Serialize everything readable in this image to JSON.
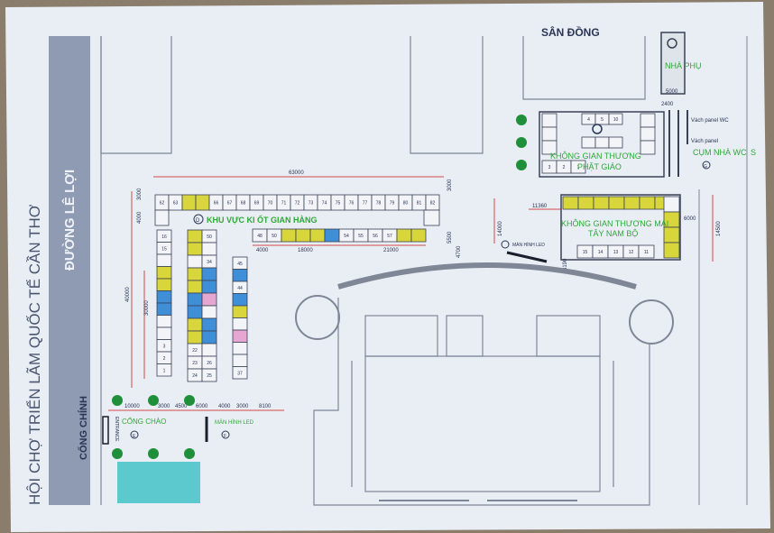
{
  "colors": {
    "paper": "#e9edf4",
    "wall": "#7f8796",
    "booth_line": "#3a4256",
    "yellow": "#d8d63a",
    "blue": "#3f8fd8",
    "pink": "#e6a6d2",
    "label_green": "#2fa83a",
    "dim_red": "#d24a4a",
    "sidebar": "#8f9bb2",
    "pool": "#5cc9cf",
    "tree": "#1f8f3a"
  },
  "header": {
    "title": "HỘI CHỢ TRIỂN LÃM QUỐC TẾ CẦN THƠ",
    "road": "ĐƯỜNG LÊ LỢI",
    "main_gate": "CỔNG CHÍNH"
  },
  "labels": {
    "top_area": "SÂN ĐỒNG",
    "annex": "NHÀ PHỤ",
    "kiosk_area": "KHU VỰC KI ỐT GIAN HÀNG",
    "buddhist_space_1": "KHÔNG GIAN THƯƠNG",
    "buddhist_space_2": "PHẬT GIÁO",
    "southwest_space_1": "KHÔNG GIAN THƯƠNG MẠI",
    "southwest_space_2": "TÂY NAM BỘ",
    "wc_cluster": "CỤM NHÀ WC",
    "wc_partition_1": "Vách panel WC",
    "wc_partition_2": "Vách panel",
    "led_screen": "MÀN HÌNH LED",
    "welcome_gate": "CỔNG CHÀO",
    "entrance": "ENTRANCE",
    "marker_d": "D",
    "marker_e": "E",
    "marker_f": "F",
    "marker_g": "G",
    "marker_s": "S"
  },
  "dimensions": {
    "top_width": "63000",
    "left_1": "3000",
    "left_2": "4000",
    "left_height": "40000",
    "inner_height": "30000",
    "right_1": "3000",
    "right_2": "5500",
    "seg_4000": "4000",
    "seg_18000": "18000",
    "seg_21000": "21000",
    "seg_4700": "4700",
    "seg_14000": "14000",
    "seg_11360": "11360",
    "seg_6000": "6000",
    "seg_14500": "14500",
    "seg_2400": "2400",
    "seg_5000": "5000",
    "seg_3190": "3190",
    "gate_10000": "10000",
    "gate_3000": "3000",
    "gate_4500": "4500",
    "gate_6000": "6000",
    "gate_4000": "4000",
    "gate_3000b": "3000",
    "gate_8100": "8100"
  },
  "kiosk_rows": {
    "top": [
      "62",
      "63",
      "",
      "",
      "66",
      "67",
      "68",
      "69",
      "70",
      "71",
      "72",
      "73",
      "74",
      "75",
      "76",
      "77",
      "78",
      "79",
      "80",
      "81",
      "82"
    ],
    "middle": [
      "48",
      "50",
      "",
      "",
      "",
      "",
      "54",
      "55",
      "56",
      "57",
      "",
      ""
    ],
    "col_a": [
      "16",
      "15",
      "",
      "",
      "",
      "",
      "",
      "",
      "",
      "3",
      "2",
      "1"
    ],
    "col_b": [
      "",
      "",
      "",
      "",
      "",
      "",
      "",
      "",
      "",
      "22",
      "23",
      "24"
    ],
    "col_c": [
      "50",
      "",
      "34",
      "",
      "",
      "",
      "",
      "",
      "",
      "",
      "26",
      "25"
    ],
    "col_d": [
      "45",
      "",
      "44",
      "",
      "",
      "",
      "",
      "",
      "",
      "37"
    ]
  },
  "buddhist_cells": [
    "4",
    "5",
    "10",
    "",
    "",
    "",
    "",
    "",
    "",
    "",
    "",
    "",
    "3",
    "2",
    "1"
  ],
  "southwest_cells": [
    "15",
    "14",
    "13",
    "12",
    "11"
  ]
}
